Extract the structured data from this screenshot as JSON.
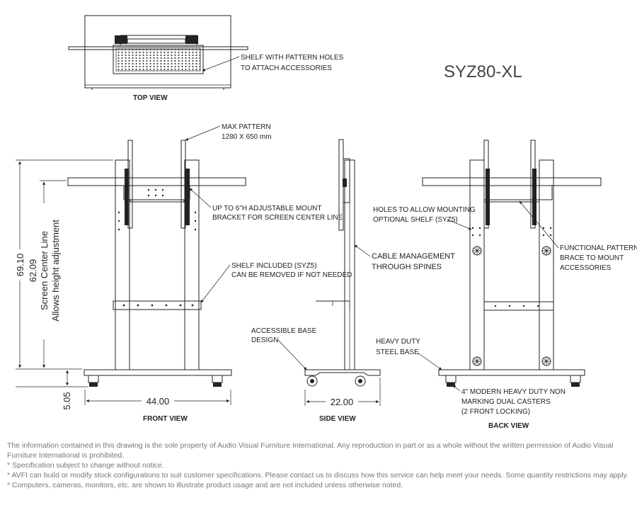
{
  "model": "SYZ80-XL",
  "views": {
    "top": "TOP VIEW",
    "front": "FRONT VIEW",
    "side": "SIDE VIEW",
    "back": "BACK VIEW"
  },
  "callouts": {
    "shelf_pattern_1": "SHELF WITH PATTERN HOLES",
    "shelf_pattern_2": "TO ATTACH ACCESSORIES",
    "max_pattern_1": "MAX PATTERN",
    "max_pattern_2": "1280 X 650 mm",
    "mount_bracket_1": "UP TO 6\"H ADJUSTABLE MOUNT",
    "mount_bracket_2": "BRACKET FOR SCREEN CENTER LINE",
    "shelf_included_1": "SHELF INCLUDED (SYZ5)",
    "shelf_included_2": "CAN BE REMOVED IF NOT NEEDED",
    "cable_mgmt_1": "CABLE MANAGEMENT",
    "cable_mgmt_2": "THROUGH SPINES",
    "accessible_base_1": "ACCESSIBLE BASE",
    "accessible_base_2": "DESIGN",
    "holes_mount_1": "HOLES TO ALLOW MOUNTING",
    "holes_mount_2": "OPTIONAL SHELF (SYZ5)",
    "functional_1": "FUNCTIONAL PATTERN",
    "functional_2": "BRACE TO MOUNT",
    "functional_3": "ACCESSORIES",
    "heavy_base_1": "HEAVY DUTY",
    "heavy_base_2": "STEEL BASE",
    "casters_1": "4\" MODERN HEAVY DUTY NON",
    "casters_2": "MARKING DUAL CASTERS",
    "casters_3": "(2 FRONT LOCKING)"
  },
  "dimensions": {
    "overall_height": "69.10",
    "center_line": "62.09",
    "center_line_label_1": "Screen Center Line",
    "center_line_label_2": "Allows height adjustment",
    "base_height": "5.05",
    "front_width": "44.00",
    "side_depth": "22.00"
  },
  "footer": {
    "line1": "The information contained in this drawing is the sole property of Audio Visual Furniture International. Any reproduction in part or as a whole without the written permission of Audio Visual Furniture International is prohibited.",
    "line2": "* Specification subject to change without notice.",
    "line3": "* AVFI can build or modify stock configurations to suit customer specifications. Please contact us to discuss how this service can help meet your needs. Some quantity restrictions may apply.",
    "line4": "* Computers, cameras, monitors, etc. are shown to illustrate product usage and are not included unless otherwise noted."
  }
}
